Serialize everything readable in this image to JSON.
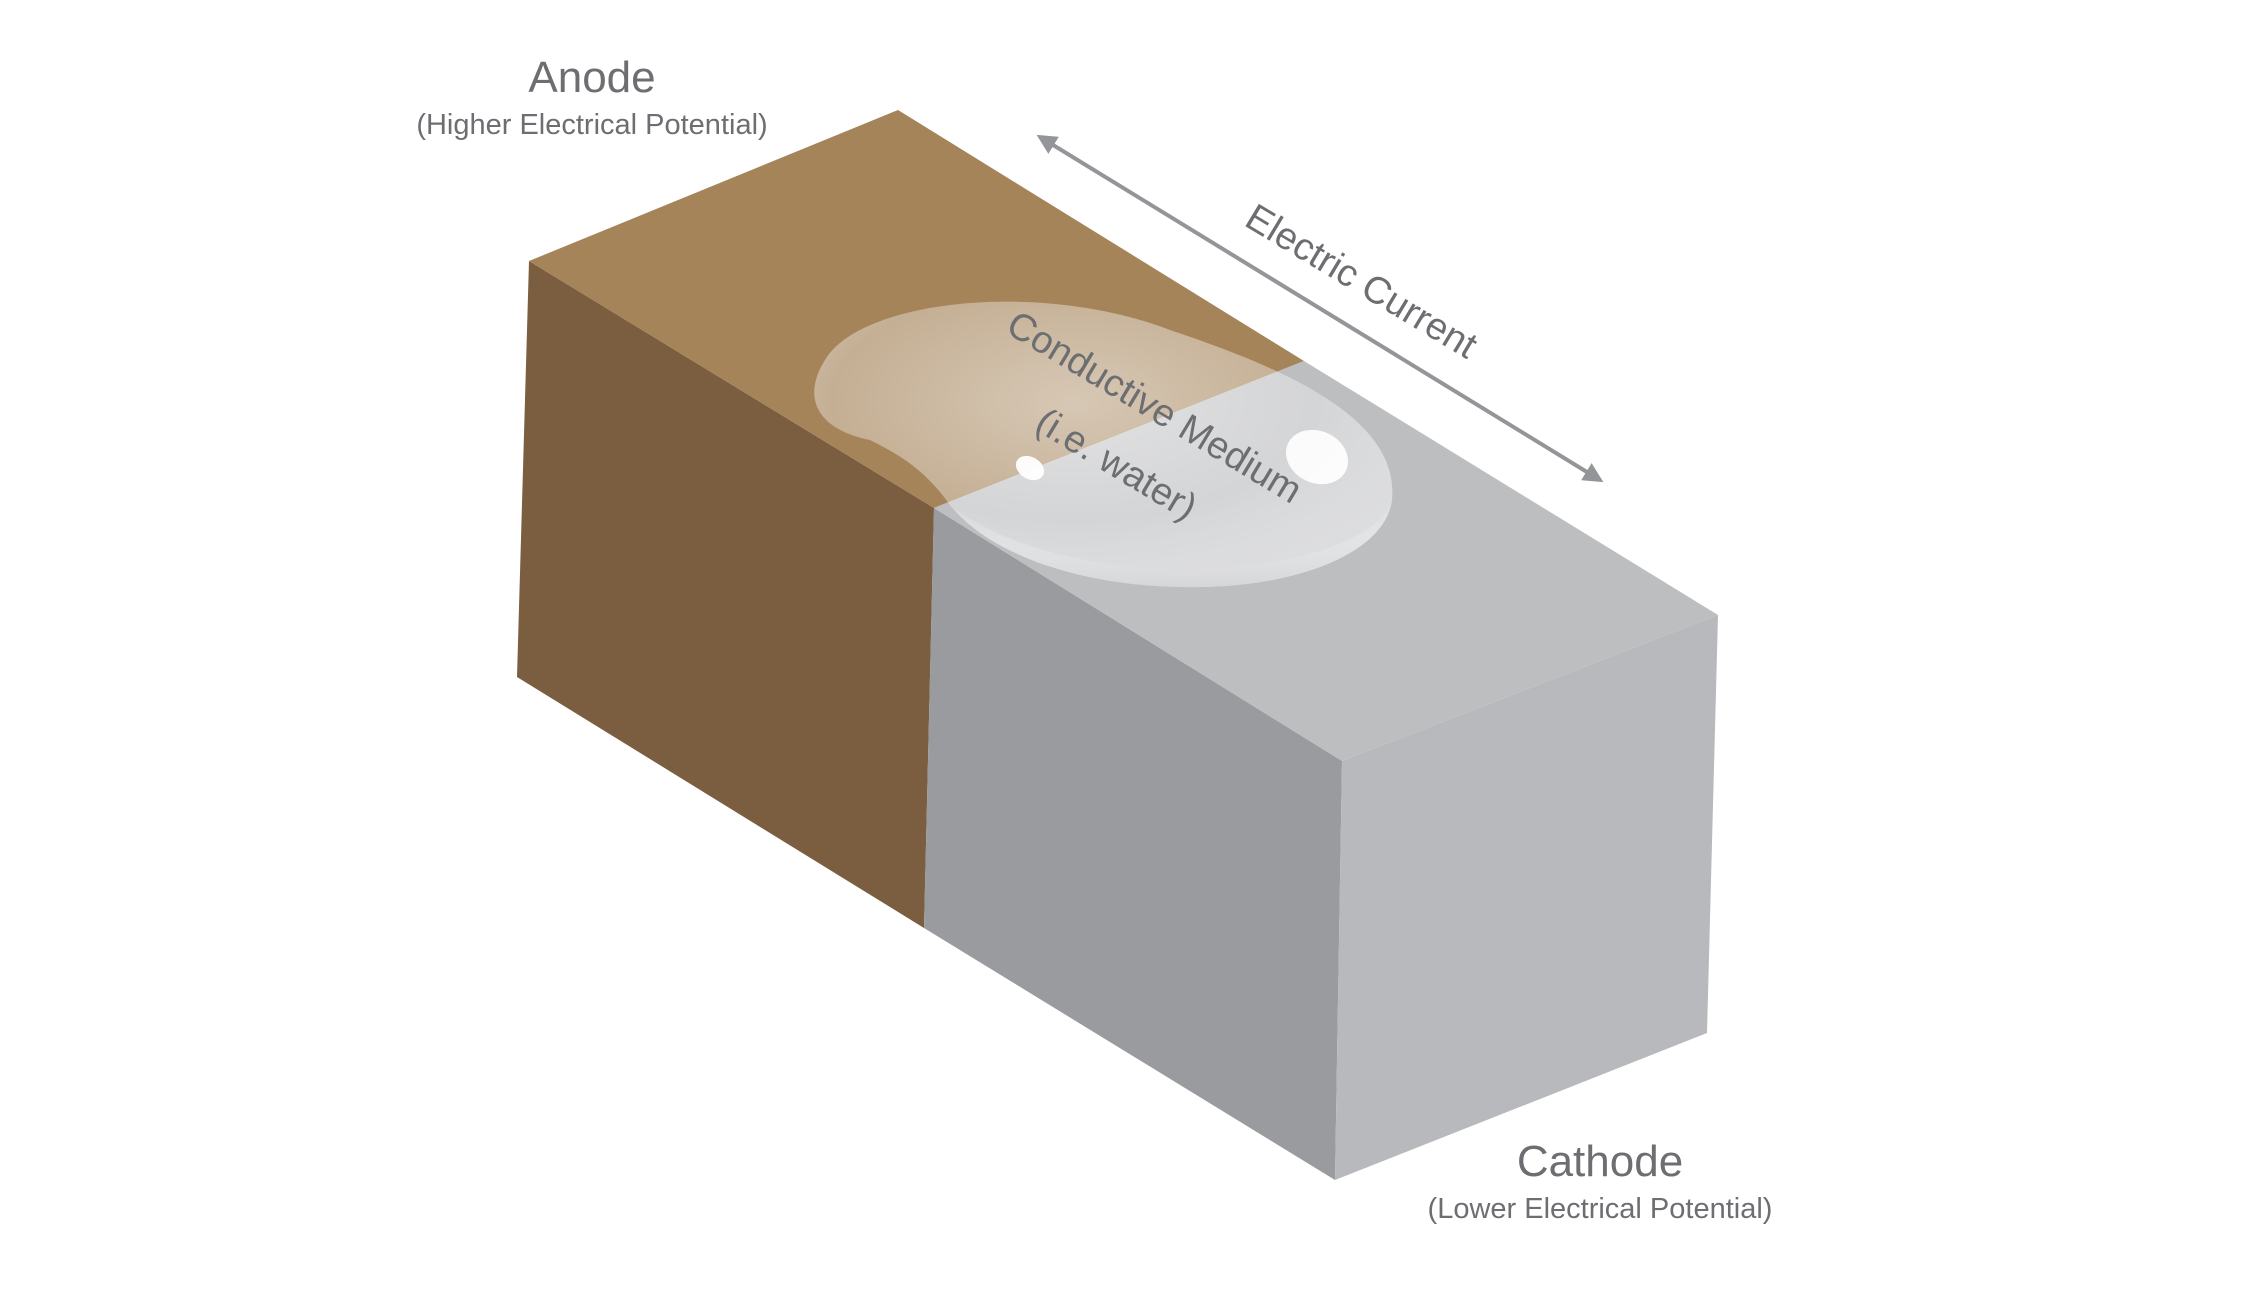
{
  "anode": {
    "title": "Anode",
    "subtitle": "(Higher Electrical Potential)"
  },
  "cathode": {
    "title": "Cathode",
    "subtitle": "(Lower Electrical Potential)"
  },
  "current": {
    "label": "Electric Current"
  },
  "medium": {
    "line1": "Conductive Medium",
    "line2": "(i.e. water)"
  },
  "colors": {
    "anode_top": "#a5845a",
    "anode_side": "#7a5e3f",
    "cathode_top": "#bdbec0",
    "cathode_front": "#9a9b9f",
    "cathode_end": "#b8b9bc",
    "text": "#6d6e71",
    "arrow": "#939598"
  }
}
